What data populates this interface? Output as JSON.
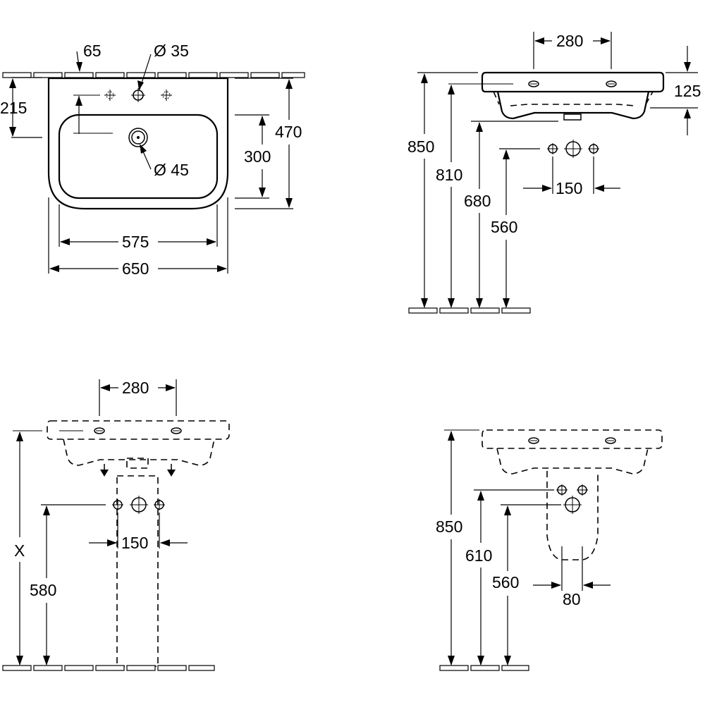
{
  "top_view": {
    "dim_65": "65",
    "dim_d35": "Ø 35",
    "dim_d45": "Ø 45",
    "dim_215": "215",
    "dim_470": "470",
    "dim_300": "300",
    "dim_575": "575",
    "dim_650": "650"
  },
  "side_view": {
    "dim_280": "280",
    "dim_125": "125",
    "dim_850": "850",
    "dim_810": "810",
    "dim_680": "680",
    "dim_560": "560",
    "dim_150": "150"
  },
  "pedestal_view": {
    "dim_280": "280",
    "dim_150": "150",
    "dim_x": "X",
    "dim_580": "580"
  },
  "semipedestal_view": {
    "dim_850": "850",
    "dim_610": "610",
    "dim_560": "560",
    "dim_80": "80"
  }
}
